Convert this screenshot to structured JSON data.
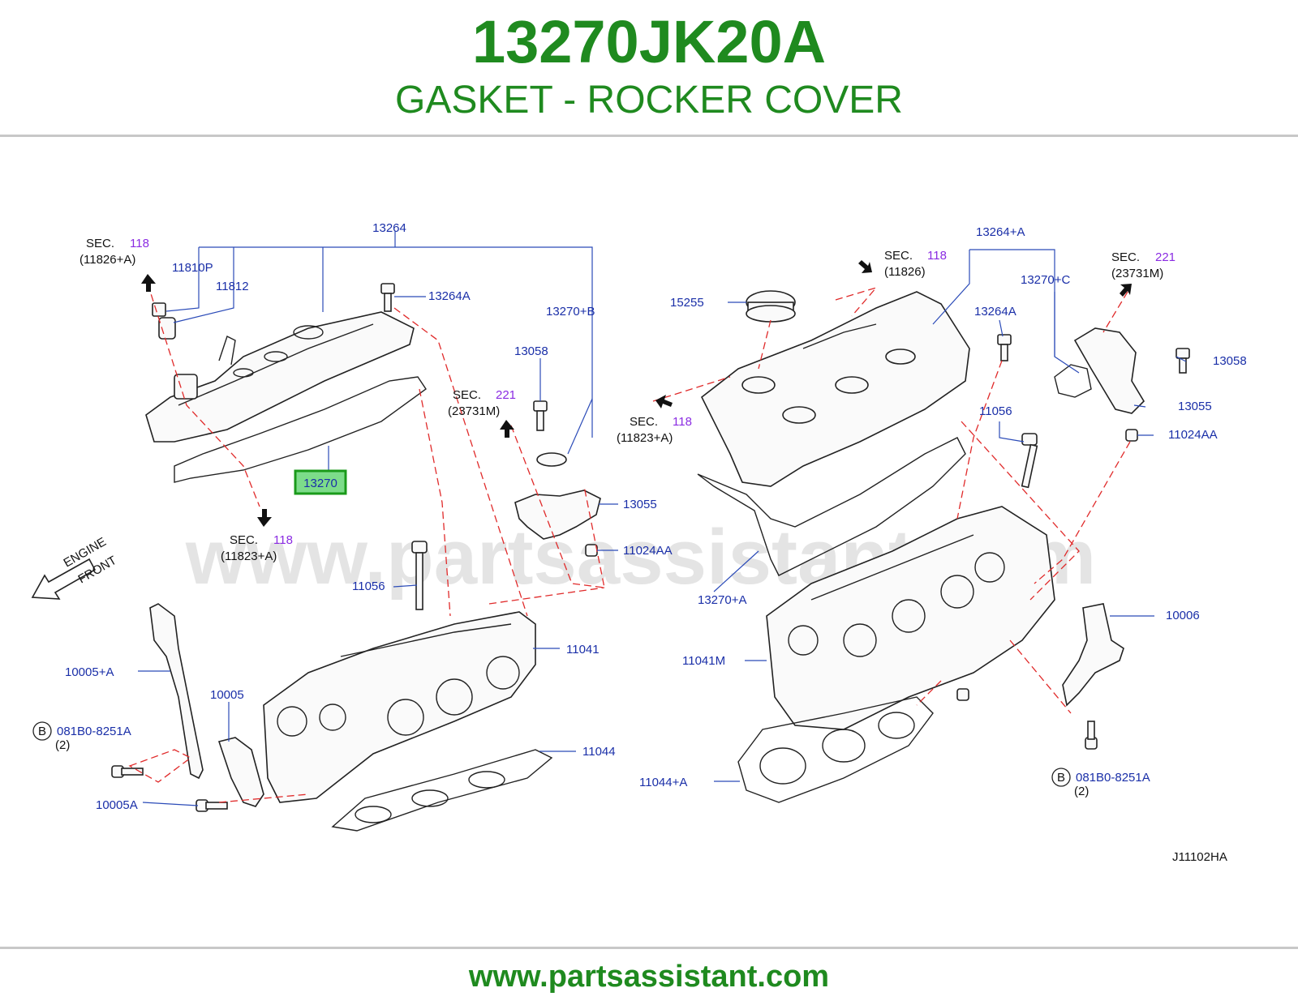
{
  "header": {
    "part_number": "13270JK20A",
    "part_name": "GASKET - ROCKER COVER"
  },
  "footer": {
    "url": "www.partsassistant.com"
  },
  "watermark": "www.partsassistant.com",
  "colors": {
    "brand_green": "#1f8a1f",
    "label_blue": "#1a2fa8",
    "section_purple": "#8a2be2",
    "leader_dash_red": "#e02a2a",
    "highlight_green": "#1a9a1a"
  },
  "diagram": {
    "code": "J11102HA",
    "engine_front": [
      "ENGINE",
      "FRONT"
    ],
    "labels": {
      "l13264": "13264",
      "l11810p": "11810P",
      "l11812": "11812",
      "l13264a_left": "13264A",
      "l13270b": "13270+B",
      "l13058_left": "13058",
      "l13055_left": "13055",
      "l11024aa_left": "11024AA",
      "l13270_hl": "13270",
      "l11056_left": "11056",
      "l11041": "11041",
      "l10005a_plus": "10005+A",
      "l10005": "10005",
      "l081b0_left": "081B0-8251A",
      "l2_left": "(2)",
      "l10005a": "10005A",
      "l11044": "11044",
      "l13264a_plus": "13264+A",
      "l15255": "15255",
      "l13264a_right": "13264A",
      "l13270c": "13270+C",
      "l13058_right": "13058",
      "l13055_right": "13055",
      "l11024aa_right": "11024AA",
      "l11056_right": "11056",
      "l13270a_plus": "13270+A",
      "l11041m": "11041M",
      "l10006": "10006",
      "l081b0_right": "081B0-8251A",
      "l2_right": "(2)",
      "l11044a_plus": "11044+A",
      "b_left": "B",
      "b_right": "B"
    },
    "sections": {
      "s1": {
        "sec": "SEC.",
        "num": "118",
        "sub": "(11826+A)"
      },
      "s2": {
        "sec": "SEC.",
        "num": "118",
        "sub": "(11823+A)"
      },
      "s3": {
        "sec": "SEC.",
        "num": "221",
        "sub": "(23731M)"
      },
      "s4": {
        "sec": "SEC.",
        "num": "118",
        "sub": "(11826)"
      },
      "s5": {
        "sec": "SEC.",
        "num": "118",
        "sub": "(11823+A)"
      },
      "s6": {
        "sec": "SEC.",
        "num": "221",
        "sub": "(23731M)"
      }
    }
  }
}
